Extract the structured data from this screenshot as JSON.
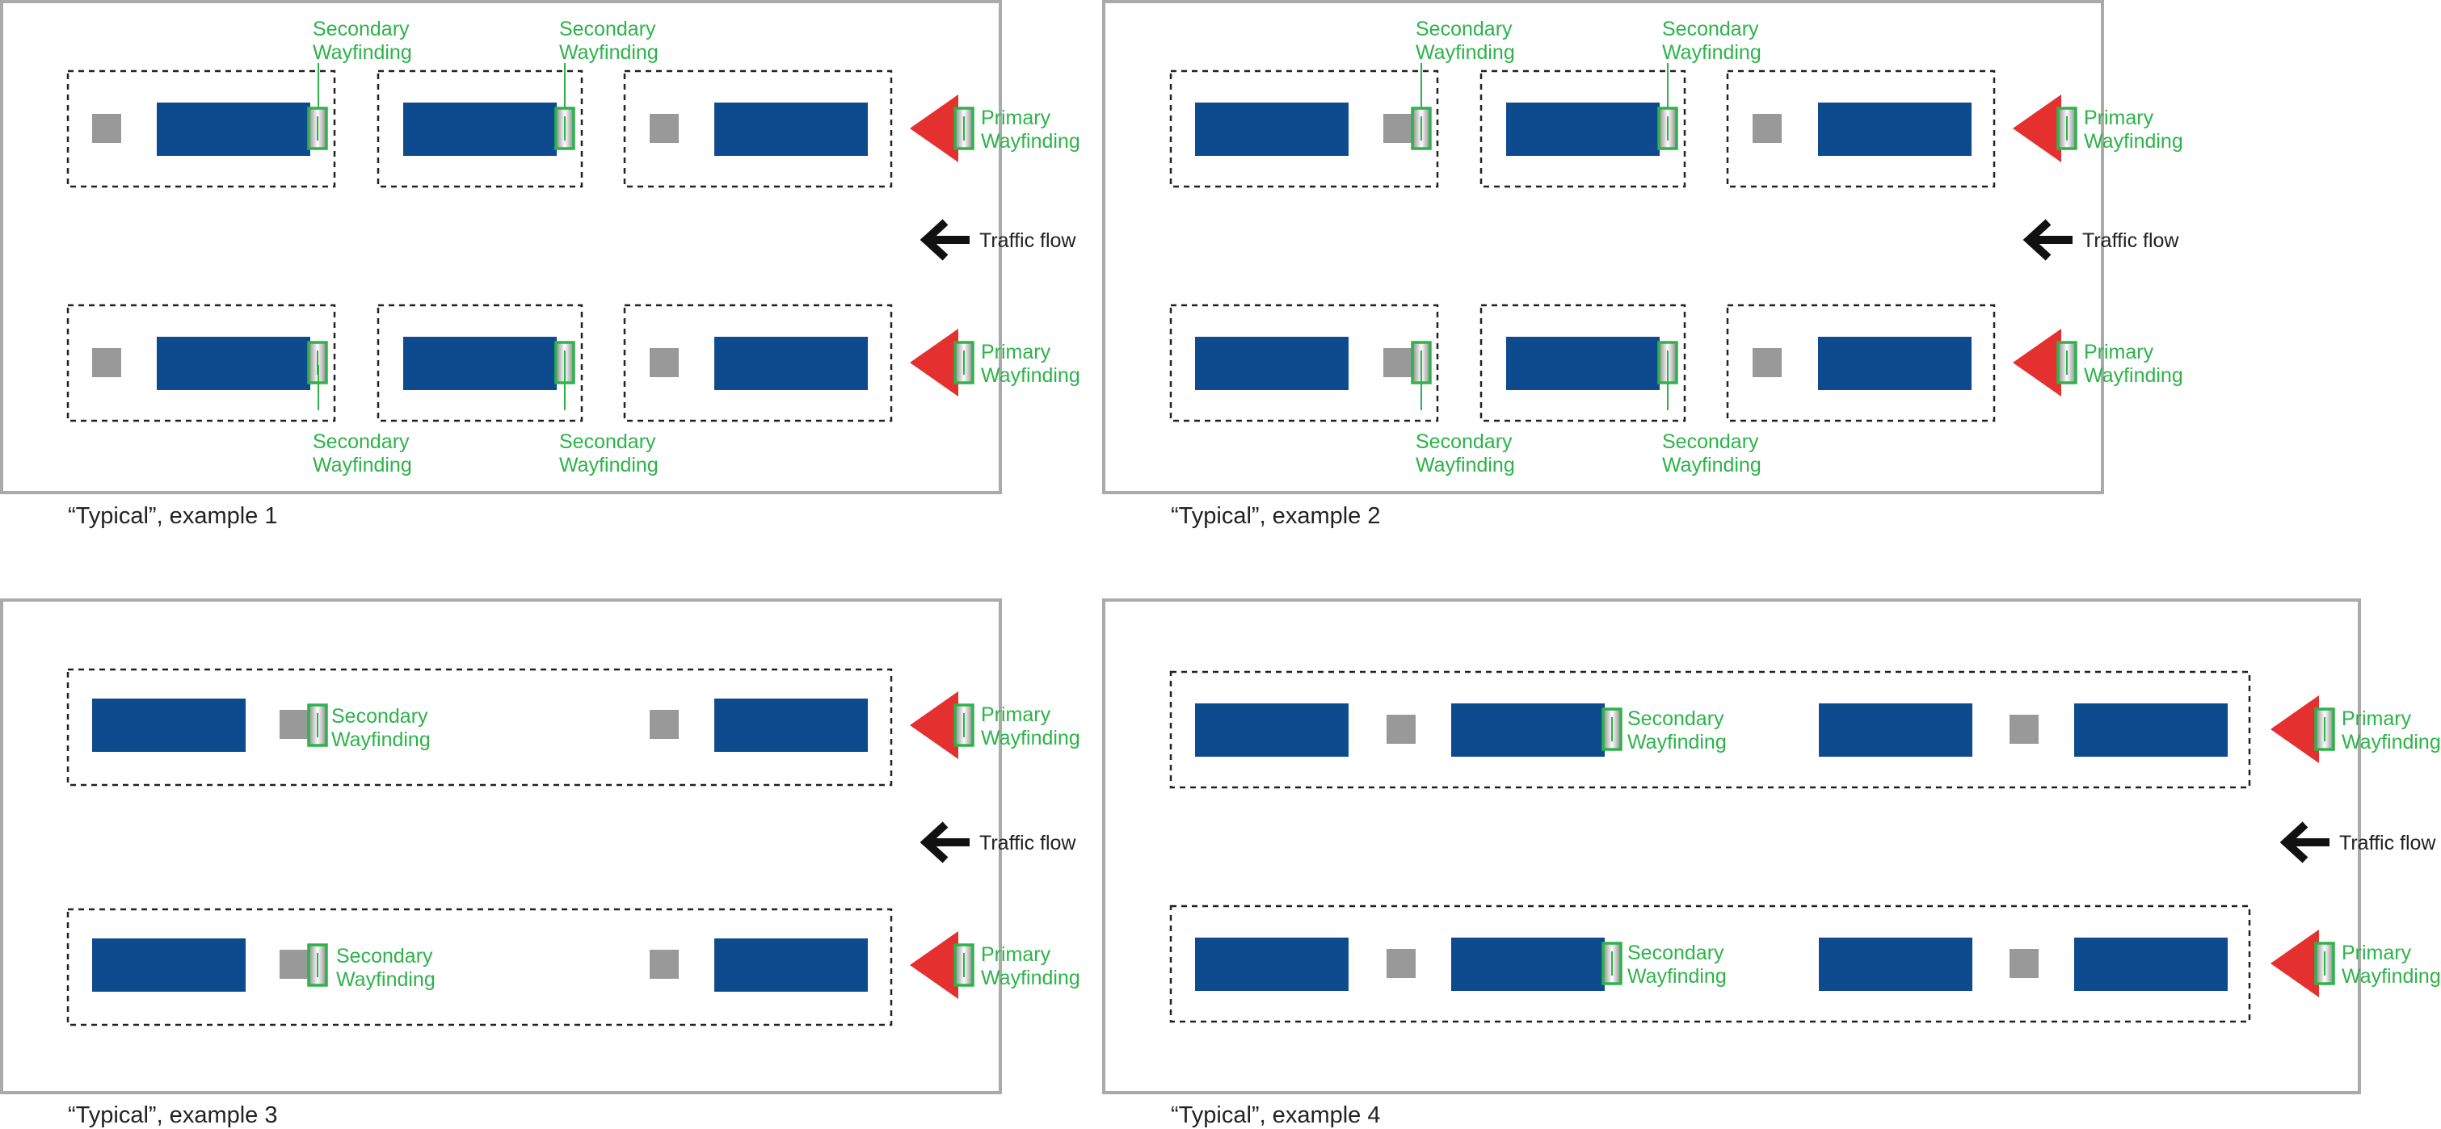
{
  "labels": {
    "primary_line1": "Primary",
    "primary_line2": "Wayfinding",
    "secondary_line1": "Secondary",
    "secondary_line2": "Wayfinding",
    "traffic_flow": "Traffic flow"
  },
  "panels": [
    {
      "caption": "“Typical”, example 1"
    },
    {
      "caption": "“Typical”, example 2"
    },
    {
      "caption": "“Typical”, example 3"
    },
    {
      "caption": "“Typical”, example 4"
    }
  ],
  "colors": {
    "frame": "#aaaaaa",
    "vehicle": "#0d4a8e",
    "pump": "#999999",
    "primary_arrow": "#e53030",
    "wayfinding": "#2db34a",
    "traffic_arrow": "#111111",
    "text": "#222222"
  },
  "icons": {
    "primary_marker": "red-triangle",
    "traffic": "left-arrow",
    "sign": "green-outlined-gradient-rect"
  }
}
